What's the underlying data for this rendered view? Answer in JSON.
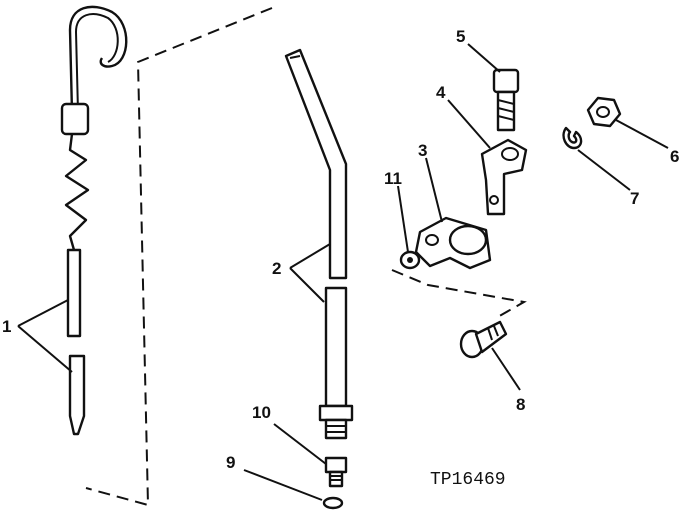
{
  "callouts": [
    "1",
    "2",
    "3",
    "4",
    "5",
    "6",
    "7",
    "8",
    "9",
    "10",
    "11"
  ],
  "reference_code": "TP16469"
}
